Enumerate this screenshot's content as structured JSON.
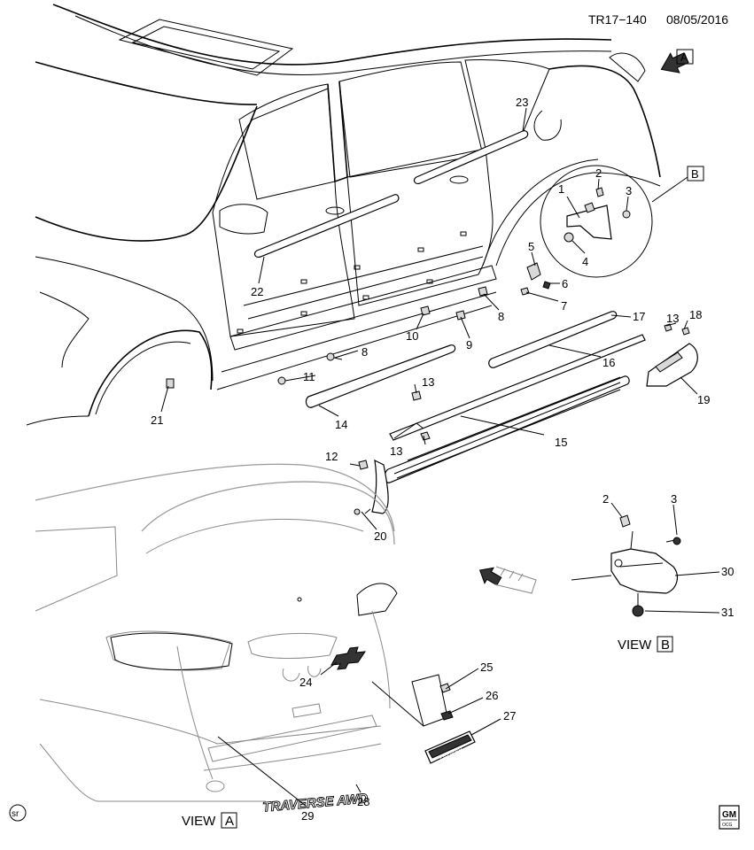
{
  "header": {
    "code": "TR17−140",
    "date": "08/05/2016"
  },
  "callouts": [
    {
      "id": "c1",
      "label": "1"
    },
    {
      "id": "c2a",
      "label": "2"
    },
    {
      "id": "c3a",
      "label": "3"
    },
    {
      "id": "c4",
      "label": "4"
    },
    {
      "id": "c5",
      "label": "5"
    },
    {
      "id": "c6",
      "label": "6"
    },
    {
      "id": "c7",
      "label": "7"
    },
    {
      "id": "c8a",
      "label": "8"
    },
    {
      "id": "c8b",
      "label": "8"
    },
    {
      "id": "c9",
      "label": "9"
    },
    {
      "id": "c10",
      "label": "10"
    },
    {
      "id": "c11",
      "label": "11"
    },
    {
      "id": "c12",
      "label": "12"
    },
    {
      "id": "c13a",
      "label": "13"
    },
    {
      "id": "c13b",
      "label": "13"
    },
    {
      "id": "c13c",
      "label": "13"
    },
    {
      "id": "c14",
      "label": "14"
    },
    {
      "id": "c15",
      "label": "15"
    },
    {
      "id": "c16",
      "label": "16"
    },
    {
      "id": "c17",
      "label": "17"
    },
    {
      "id": "c18",
      "label": "18"
    },
    {
      "id": "c19",
      "label": "19"
    },
    {
      "id": "c20",
      "label": "20"
    },
    {
      "id": "c21",
      "label": "21"
    },
    {
      "id": "c22",
      "label": "22"
    },
    {
      "id": "c23",
      "label": "23"
    },
    {
      "id": "c24",
      "label": "24"
    },
    {
      "id": "c25",
      "label": "25"
    },
    {
      "id": "c26",
      "label": "26"
    },
    {
      "id": "c27",
      "label": "27"
    },
    {
      "id": "c28",
      "label": "28"
    },
    {
      "id": "c29",
      "label": "29"
    },
    {
      "id": "c2b",
      "label": "2"
    },
    {
      "id": "c3b",
      "label": "3"
    },
    {
      "id": "c30",
      "label": "30"
    },
    {
      "id": "c31",
      "label": "31"
    }
  ],
  "views": {
    "view_a": {
      "word": "VIEW",
      "letter": "A"
    },
    "view_b": {
      "word": "VIEW",
      "letter": "B"
    },
    "arrow_a_letter": "A",
    "box_b_letter": "B"
  },
  "badges": {
    "traverse_awd": "TRAVERSE AWD",
    "premier": "PREMIER",
    "sr_mark": "sr",
    "gm_top": "GM",
    "gm_bottom": "OCG"
  },
  "colors": {
    "line": "#000000",
    "ghost": "#8a8a8a",
    "background": "#ffffff"
  }
}
